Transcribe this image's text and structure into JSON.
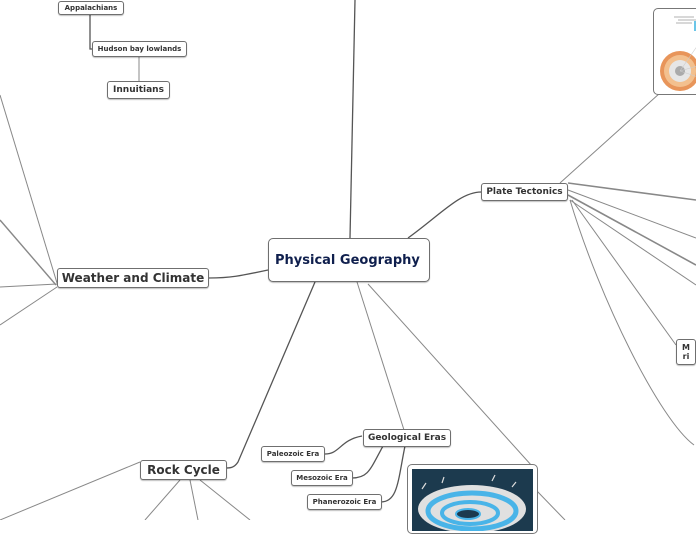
{
  "central": {
    "title": "Physical Geography"
  },
  "topics": {
    "weather": "Weather and Climate",
    "plate": "Plate Tectonics",
    "rock": "Rock Cycle",
    "eras": "Geological Eras"
  },
  "subtopics": {
    "appalachians": "Appalachians",
    "hudson": "Hudson bay lowlands",
    "innuitians": "Innuitians",
    "paleozoic": "Paleozoic Era",
    "mesozoic": "Mesozoic Era",
    "phanerozoic": "Phanerozoic Era",
    "partial_right": "M ri"
  },
  "colors": {
    "central_text": "#0f1f4d",
    "line": "#777777",
    "image_bg": "#1c3a4e",
    "swirl": "#49b4e8"
  }
}
